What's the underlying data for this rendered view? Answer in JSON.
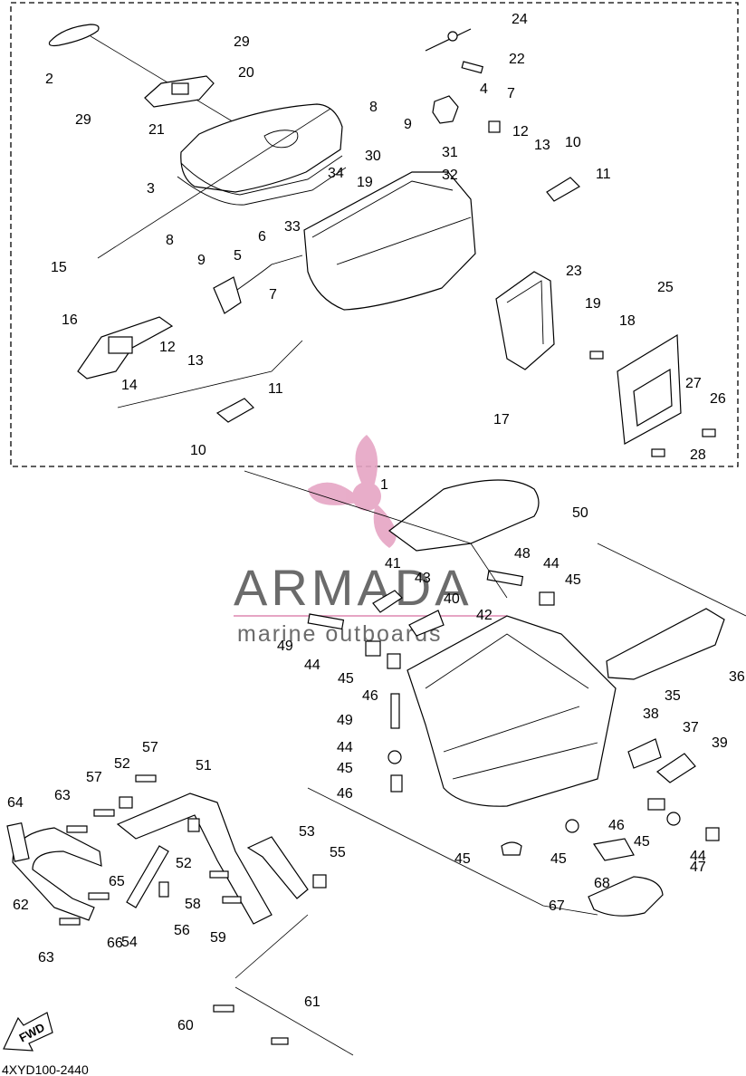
{
  "diagram_code": "4XYD100-2440",
  "direction_label": "FWD",
  "watermark": {
    "brand": "ARMADA",
    "tagline": "marine outboards",
    "color_pink": "#e6a5c4",
    "color_gray": "#6b6b6b"
  },
  "callouts": [
    "1",
    "2",
    "3",
    "4",
    "5",
    "6",
    "7",
    "8",
    "9",
    "10",
    "11",
    "12",
    "13",
    "14",
    "15",
    "16",
    "17",
    "18",
    "19",
    "20",
    "21",
    "22",
    "23",
    "24",
    "25",
    "26",
    "27",
    "28",
    "29",
    "30",
    "31",
    "32",
    "33",
    "34",
    "35",
    "36",
    "37",
    "38",
    "39",
    "40",
    "41",
    "42",
    "43",
    "44",
    "45",
    "46",
    "47",
    "48",
    "49",
    "50",
    "51",
    "52",
    "53",
    "54",
    "55",
    "56",
    "57",
    "58",
    "59",
    "60",
    "61",
    "62",
    "63",
    "64",
    "65",
    "66",
    "67",
    "68"
  ]
}
